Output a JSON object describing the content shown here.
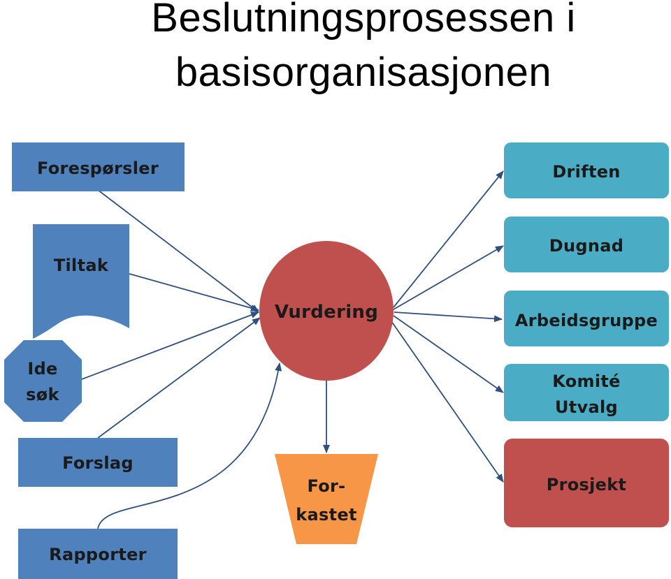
{
  "title": {
    "line1": "Beslutningsprosessen i",
    "line2": "basisorganisasjonen"
  },
  "inputs": {
    "foresporsler": "Forespørsler",
    "tiltak": "Tiltak",
    "ide_line1": "Ide",
    "ide_line2": "søk",
    "forslag": "Forslag",
    "rapporter": "Rapporter"
  },
  "center": {
    "vurdering": "Vurdering"
  },
  "rejected": {
    "line1": "For-",
    "line2": "kastet"
  },
  "outputs": {
    "driften": "Driften",
    "dugnad": "Dugnad",
    "arbeidsgruppe": "Arbeidsgruppe",
    "komite_line1": "Komité",
    "komite_line2": "Utvalg",
    "prosjekt": "Prosjekt"
  },
  "colors": {
    "input_blue": "#4f81bd",
    "output_teal": "#4bacc6",
    "center_red": "#c0504d",
    "rejected_orange": "#f79646",
    "arrow": "#2f4f7f",
    "text": "#1a1a1a"
  }
}
